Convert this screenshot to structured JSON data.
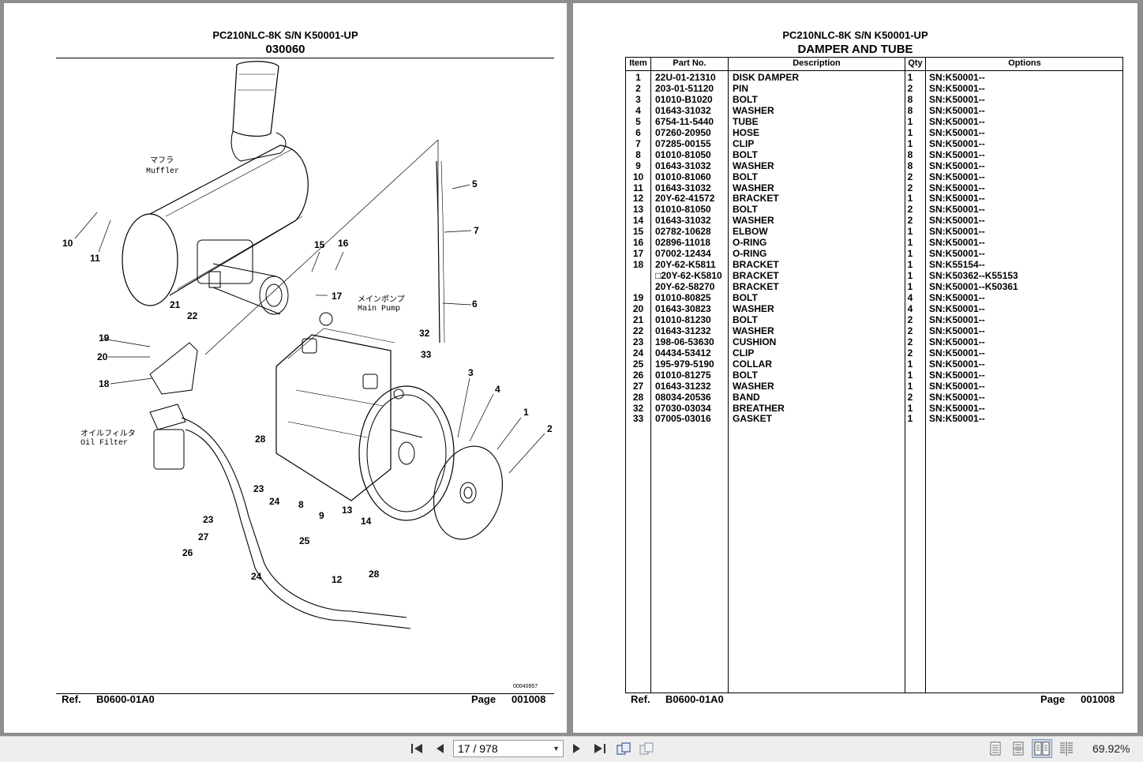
{
  "left_page": {
    "model": "PC210NLC-8K S/N K50001-UP",
    "figure_no": "030060",
    "drawing_code": "00040957",
    "ref_label": "Ref.",
    "ref_value": "B0600-01A0",
    "page_label": "Page",
    "page_value": "001008",
    "callouts": {
      "muffler_jp": "マフラ",
      "muffler_en": "Muffler",
      "main_pump_jp": "メインポンプ",
      "main_pump_en": "Main Pump",
      "oil_filter_jp": "オイルフィルタ",
      "oil_filter_en": "Oil Filter"
    },
    "item_numbers": [
      "1",
      "2",
      "3",
      "4",
      "5",
      "6",
      "7",
      "8",
      "9",
      "10",
      "11",
      "12",
      "13",
      "14",
      "15",
      "16",
      "17",
      "18",
      "19",
      "20",
      "21",
      "22",
      "23",
      "23",
      "24",
      "24",
      "25",
      "26",
      "27",
      "28",
      "28",
      "32",
      "33"
    ]
  },
  "right_page": {
    "model": "PC210NLC-8K S/N K50001-UP",
    "title": "DAMPER AND TUBE",
    "columns": [
      "Item",
      "Part No.",
      "Description",
      "Qty",
      "Options"
    ],
    "rows": [
      [
        "1",
        "22U-01-21310",
        "DISK DAMPER",
        "1",
        "SN:K50001--"
      ],
      [
        "2",
        "203-01-51120",
        "PIN",
        "2",
        "SN:K50001--"
      ],
      [
        "3",
        "01010-B1020",
        "BOLT",
        "8",
        "SN:K50001--"
      ],
      [
        "4",
        "01643-31032",
        "WASHER",
        "8",
        "SN:K50001--"
      ],
      [
        "5",
        "6754-11-5440",
        "TUBE",
        "1",
        "SN:K50001--"
      ],
      [
        "6",
        "07260-20950",
        "HOSE",
        "1",
        "SN:K50001--"
      ],
      [
        "7",
        "07285-00155",
        "CLIP",
        "1",
        "SN:K50001--"
      ],
      [
        "8",
        "01010-81050",
        "BOLT",
        "8",
        "SN:K50001--"
      ],
      [
        "9",
        "01643-31032",
        "WASHER",
        "8",
        "SN:K50001--"
      ],
      [
        "10",
        "01010-81060",
        "BOLT",
        "2",
        "SN:K50001--"
      ],
      [
        "11",
        "01643-31032",
        "WASHER",
        "2",
        "SN:K50001--"
      ],
      [
        "12",
        "20Y-62-41572",
        "BRACKET",
        "1",
        "SN:K50001--"
      ],
      [
        "13",
        "01010-81050",
        "BOLT",
        "2",
        "SN:K50001--"
      ],
      [
        "14",
        "01643-31032",
        "WASHER",
        "2",
        "SN:K50001--"
      ],
      [
        "15",
        "02782-10628",
        "ELBOW",
        "1",
        "SN:K50001--"
      ],
      [
        "16",
        "02896-11018",
        "O-RING",
        "1",
        "SN:K50001--"
      ],
      [
        "17",
        "07002-12434",
        "O-RING",
        "1",
        "SN:K50001--"
      ],
      [
        "18",
        "20Y-62-K5811",
        "BRACKET",
        "1",
        "SN:K55154--"
      ],
      [
        "",
        "□20Y-62-K5810",
        "BRACKET",
        "1",
        "SN:K50362--K55153"
      ],
      [
        "",
        "20Y-62-58270",
        "BRACKET",
        "1",
        "SN:K50001--K50361"
      ],
      [
        "19",
        "01010-80825",
        "BOLT",
        "4",
        "SN:K50001--"
      ],
      [
        "20",
        "01643-30823",
        "WASHER",
        "4",
        "SN:K50001--"
      ],
      [
        "21",
        "01010-81230",
        "BOLT",
        "2",
        "SN:K50001--"
      ],
      [
        "22",
        "01643-31232",
        "WASHER",
        "2",
        "SN:K50001--"
      ],
      [
        "23",
        "198-06-53630",
        "CUSHION",
        "2",
        "SN:K50001--"
      ],
      [
        "24",
        "04434-53412",
        "CLIP",
        "2",
        "SN:K50001--"
      ],
      [
        "25",
        "195-979-5190",
        "COLLAR",
        "1",
        "SN:K50001--"
      ],
      [
        "26",
        "01010-81275",
        "BOLT",
        "1",
        "SN:K50001--"
      ],
      [
        "27",
        "01643-31232",
        "WASHER",
        "1",
        "SN:K50001--"
      ],
      [
        "28",
        "08034-20536",
        "BAND",
        "2",
        "SN:K50001--"
      ],
      [
        "32",
        "07030-03034",
        "BREATHER",
        "1",
        "SN:K50001--"
      ],
      [
        "33",
        "07005-03016",
        "GASKET",
        "1",
        "SN:K50001--"
      ]
    ],
    "ref_label": "Ref.",
    "ref_value": "B0600-01A0",
    "page_label": "Page",
    "page_value": "001008"
  },
  "toolbar": {
    "page_indicator": "17 / 978",
    "zoom": "69.92%",
    "icons": [
      "first-page-icon",
      "prev-page-icon",
      "next-page-icon",
      "last-page-icon",
      "rotate-icon",
      "fit-icon",
      "single-page-icon",
      "continuous-icon",
      "two-page-icon",
      "two-page-continuous-icon"
    ]
  }
}
